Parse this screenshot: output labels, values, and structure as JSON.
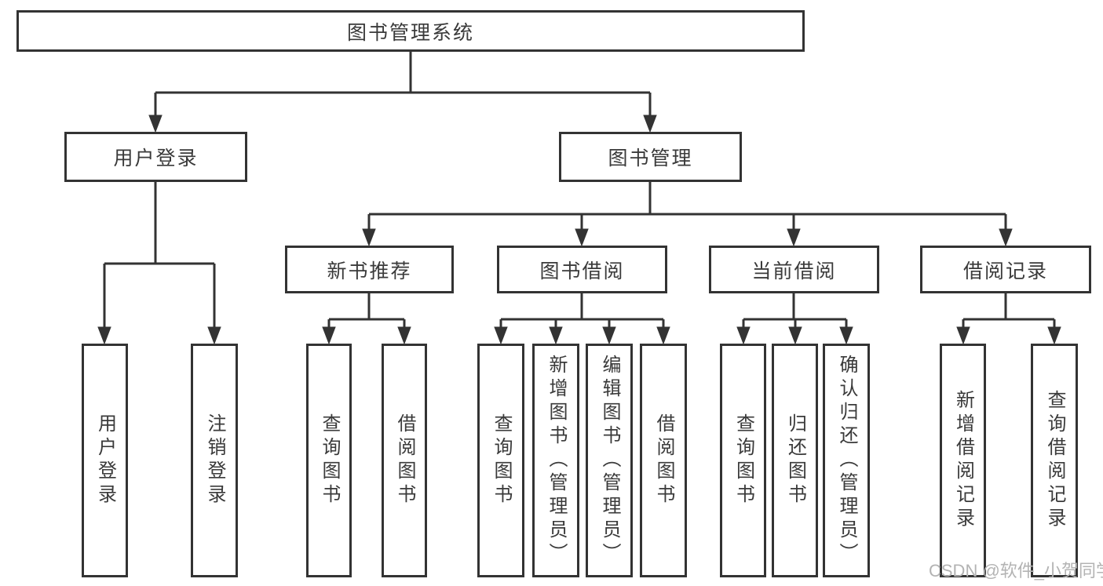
{
  "tree": {
    "label": "图书管理系统",
    "children": [
      {
        "label": "用户登录",
        "children": [
          {
            "label": "用户登录"
          },
          {
            "label": "注销登录"
          }
        ]
      },
      {
        "label": "图书管理",
        "children": [
          {
            "label": "新书推荐",
            "children": [
              {
                "label": "查询图书"
              },
              {
                "label": "借阅图书"
              }
            ]
          },
          {
            "label": "图书借阅",
            "children": [
              {
                "label": "查询图书"
              },
              {
                "label": "新增图书（管理员）"
              },
              {
                "label": "编辑图书（管理员）"
              },
              {
                "label": "借阅图书"
              }
            ]
          },
          {
            "label": "当前借阅",
            "children": [
              {
                "label": "查询图书"
              },
              {
                "label": "归还图书"
              },
              {
                "label": "确认归还（管理员）"
              }
            ]
          },
          {
            "label": "借阅记录",
            "children": [
              {
                "label": "新增借阅记录"
              },
              {
                "label": "查询借阅记录"
              }
            ]
          }
        ]
      }
    ]
  },
  "watermark": "CSDN @软件_小贺同学",
  "colors": {
    "line": "#333333",
    "box_border": "#333333",
    "text": "#3a3a3a",
    "background": "#ffffff",
    "watermark": "#b3b3b3"
  }
}
